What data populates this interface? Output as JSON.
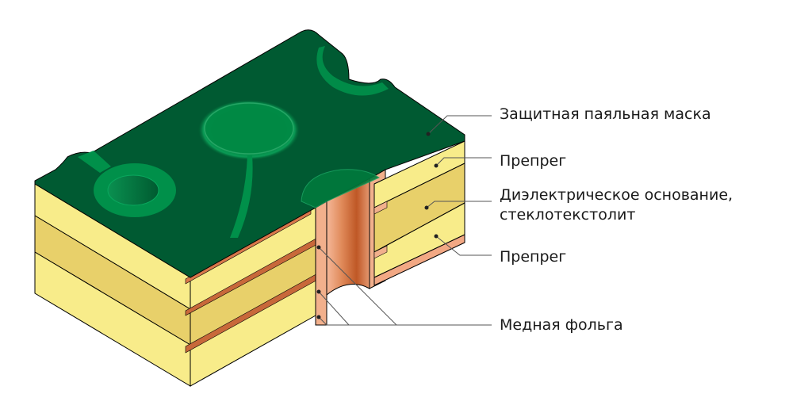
{
  "diagram": {
    "title": "Multilayer PCB cross-section",
    "colors": {
      "solder_mask_dark": "#005530",
      "solder_mask_light": "#008c45",
      "prepreg": "#f8ec8a",
      "dielectric_core": "#e8d06a",
      "copper_light": "#f2b08c",
      "copper_dark": "#c05a28",
      "outline": "#000000",
      "leader_line": "#555555"
    },
    "labels": [
      {
        "id": "solder-mask",
        "text": "Защитная паяльная маска"
      },
      {
        "id": "prepreg-top",
        "text": "Препрег"
      },
      {
        "id": "dielectric-line1",
        "text": "Диэлектрическое основание,"
      },
      {
        "id": "dielectric-line2",
        "text": "стеклотекстолит"
      },
      {
        "id": "prepreg-bottom",
        "text": "Препрег"
      },
      {
        "id": "copper-foil",
        "text": "Медная фольга"
      }
    ]
  }
}
